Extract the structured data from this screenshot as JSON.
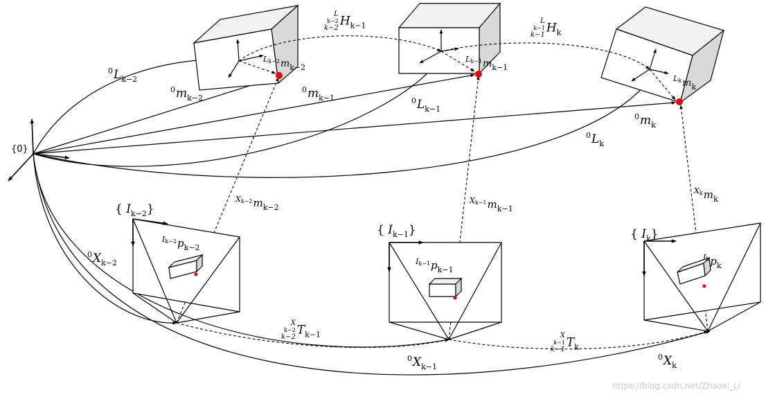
{
  "origin": {
    "label": "{0}"
  },
  "transforms": {
    "H1": {
      "sup": "L",
      "supsub": "k−2",
      "low": "k−2",
      "sym": "H",
      "sub": "k−1"
    },
    "H2": {
      "sup": "L",
      "supsub": "k−1",
      "low": "k−1",
      "sym": "H",
      "sub": "k"
    },
    "T1": {
      "sup": "X",
      "supsub": "k−2",
      "low": "k−2",
      "sym": "T",
      "sub": "k−1"
    },
    "T2": {
      "sup": "X",
      "supsub": "k−1",
      "low": "k−1",
      "sym": "T",
      "sub": "k"
    }
  },
  "labels": {
    "L_km2": {
      "pre": "0",
      "sym": "L",
      "sub": "k−2"
    },
    "L_km1": {
      "pre": "0",
      "sym": "L",
      "sub": "k−1"
    },
    "L_k": {
      "pre": "0",
      "sym": "L",
      "sub": "k"
    },
    "m0_km2": {
      "pre": "0",
      "sym": "m",
      "sub": "k−2"
    },
    "m0_km1": {
      "pre": "0",
      "sym": "m",
      "sub": "k−1"
    },
    "m0_k": {
      "pre": "0",
      "sym": "m",
      "sub": "k"
    },
    "mL_km2": {
      "pre": "L",
      "presub": "k−2",
      "sym": "m",
      "sub": "k−2"
    },
    "mL_km1": {
      "pre": "L",
      "presub": "k−1",
      "sym": "m",
      "sub": "k−1"
    },
    "mL_k": {
      "pre": "L",
      "presub": "k",
      "sym": "m",
      "sub": "k"
    },
    "mX_km2": {
      "pre": "X",
      "presub": "k−2",
      "sym": "m",
      "sub": "k−2"
    },
    "mX_km1": {
      "pre": "X",
      "presub": "k−1",
      "sym": "m",
      "sub": "k−1"
    },
    "mX_k": {
      "pre": "X",
      "presub": "k",
      "sym": "m",
      "sub": "k"
    },
    "I_km2": {
      "open": "{",
      "sym": "I",
      "sub": "k−2",
      "close": "}"
    },
    "I_km1": {
      "open": "{",
      "sym": "I",
      "sub": "k−1",
      "close": "}"
    },
    "I_k": {
      "open": "{",
      "sym": "I",
      "sub": "k",
      "close": "}"
    },
    "p_km2": {
      "pre": "I",
      "presub": "k−2",
      "sym": "p",
      "sub": "k−2"
    },
    "p_km1": {
      "pre": "I",
      "presub": "k−1",
      "sym": "p",
      "sub": "k−1"
    },
    "p_k": {
      "pre": "I",
      "presub": "k",
      "sym": "p",
      "sub": "k"
    },
    "X_km2": {
      "pre": "0",
      "sym": "X",
      "sub": "k−2"
    },
    "X_km1": {
      "pre": "0",
      "sym": "X",
      "sub": "k−1"
    },
    "X_k": {
      "pre": "0",
      "sym": "X",
      "sub": "k"
    }
  },
  "watermark": "https://blog.csdn.net/Zhaoxi_Li",
  "colors": {
    "point": "#ee0000",
    "line": "#000000",
    "box_top": "#f2f2f2",
    "box_side": "#d9d9d9",
    "watermark": "#c9c9c9"
  }
}
